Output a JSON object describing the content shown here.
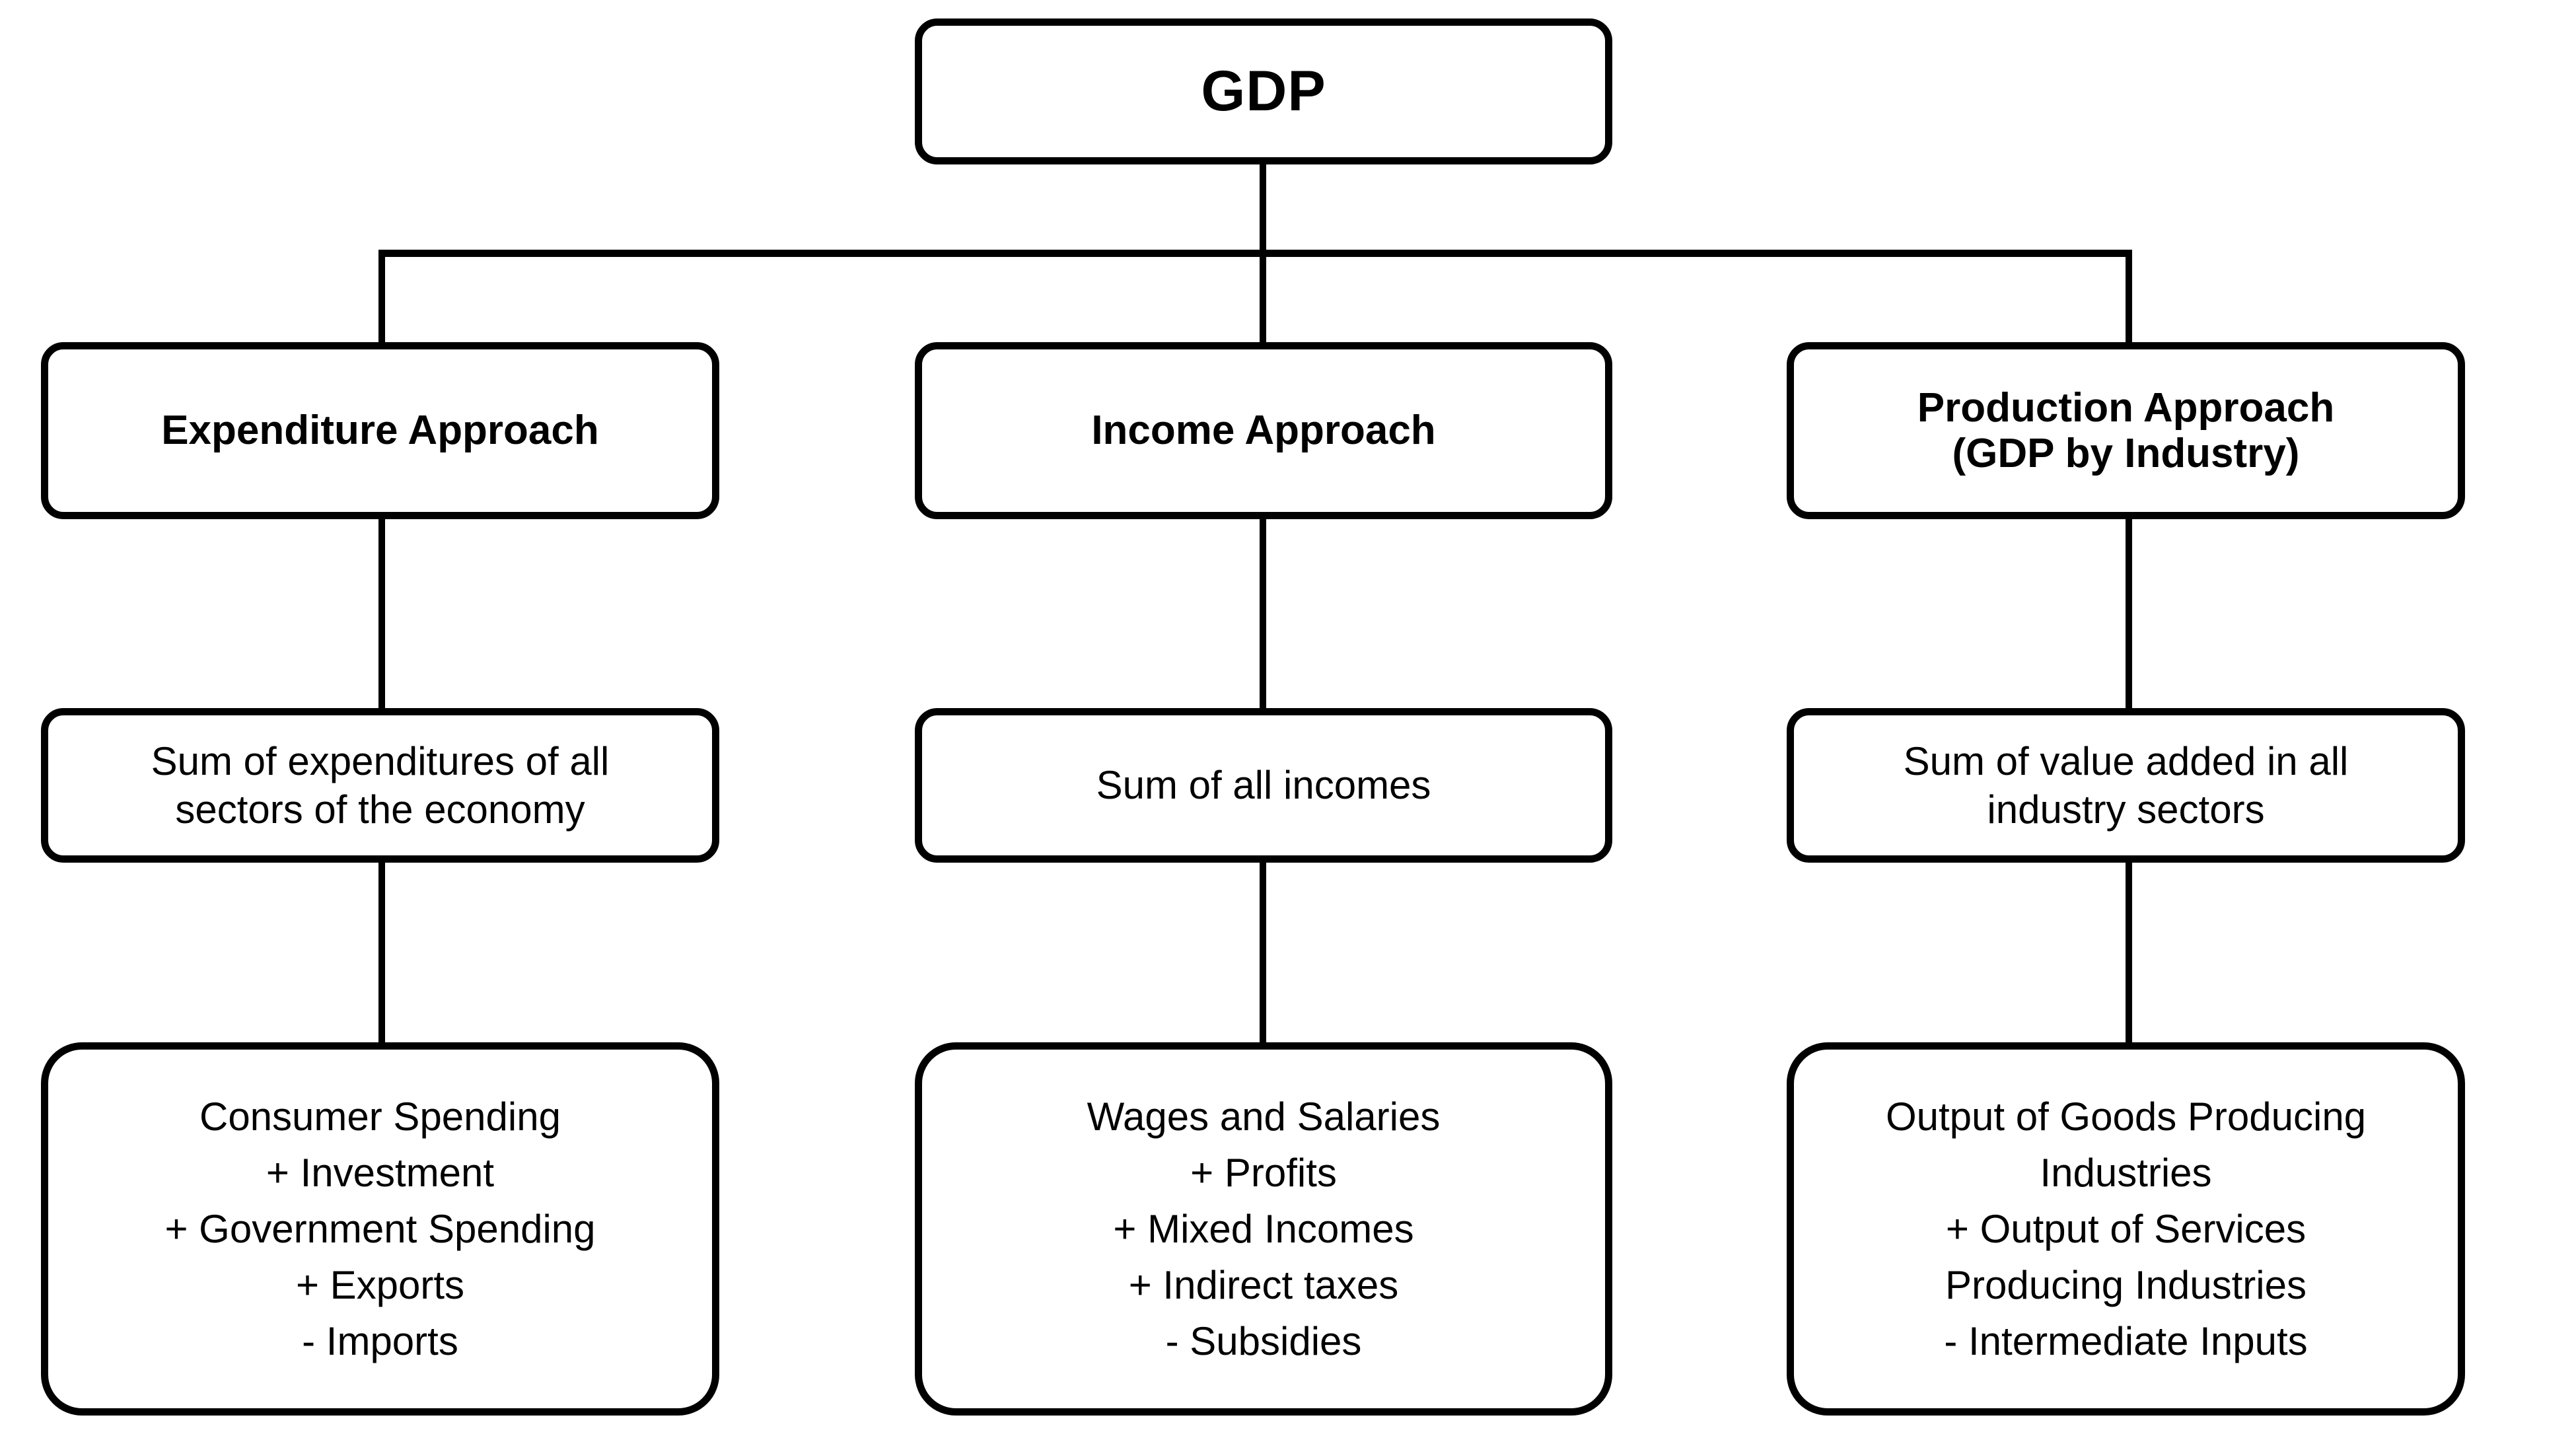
{
  "diagram": {
    "title": "GDP",
    "root": {
      "label": "GDP"
    },
    "columns": [
      {
        "id": "expenditure",
        "approach": "Expenditure Approach",
        "summary": "Sum of expenditures of all\nsectors of the economy",
        "formula": "Consumer Spending\n+ Investment\n+ Government Spending\n+ Exports\n- Imports"
      },
      {
        "id": "income",
        "approach": "Income Approach",
        "summary": "Sum of all incomes",
        "formula": "Wages and Salaries\n+ Profits\n+ Mixed Incomes\n+ Indirect taxes\n- Subsidies"
      },
      {
        "id": "production",
        "approach": "Production Approach\n(GDP by Industry)",
        "summary": "Sum of value added in all\nindustry sectors",
        "formula": "Output of Goods Producing\nIndustries\n+ Output of Services\nProducing Industries\n- Intermediate Inputs"
      }
    ],
    "style": {
      "line_color": "#000000",
      "box_fill": "#ffffff",
      "text_color": "#000000"
    }
  }
}
